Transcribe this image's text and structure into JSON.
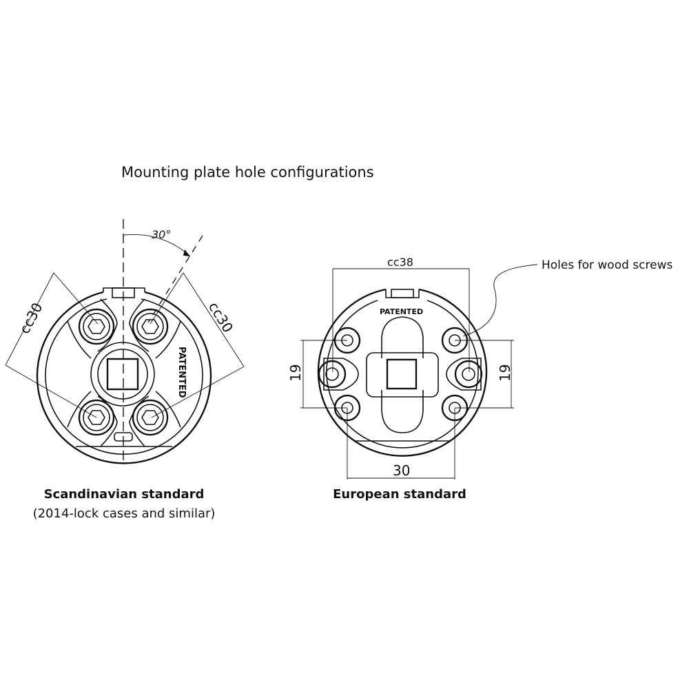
{
  "title": "Mounting plate hole configurations",
  "scandinavian": {
    "caption_title": "Scandinavian standard",
    "caption_subtitle": "(2014-lock cases and similar)",
    "angle_label": "30°",
    "dim_left": "cc30",
    "dim_right": "cc30",
    "stamp": "PATENTED"
  },
  "european": {
    "caption_title": "European standard",
    "dim_top": "cc38",
    "dim_left": "19",
    "dim_right": "19",
    "dim_bottom": "30",
    "stamp": "PATENTED",
    "callout": "Holes for wood screws"
  }
}
